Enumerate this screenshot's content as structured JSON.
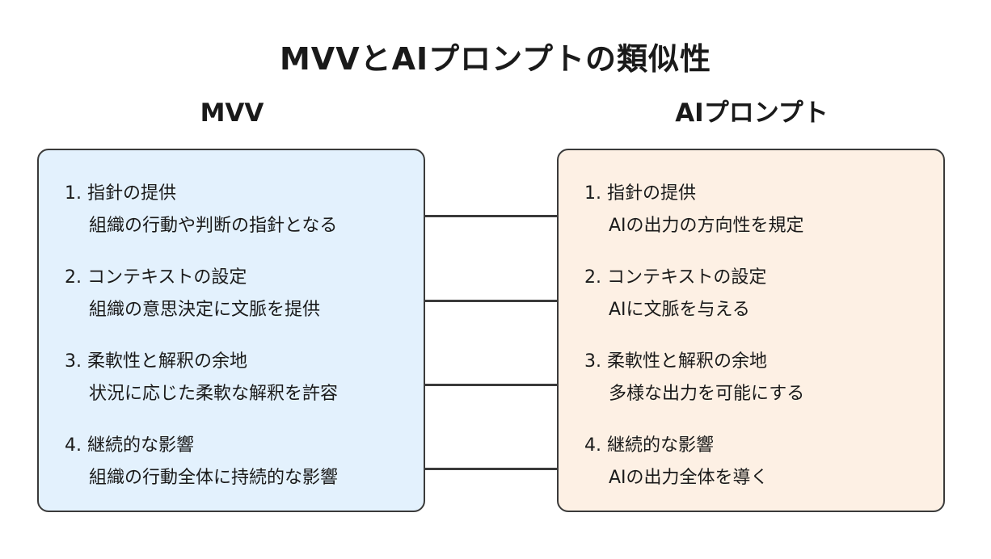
{
  "title": "MVVとAIプロンプトの類似性",
  "left": {
    "heading": "MVV",
    "items": [
      {
        "head": "1. 指針の提供",
        "desc": "組織の行動や判断の指針となる"
      },
      {
        "head": "2. コンテキストの設定",
        "desc": "組織の意思決定に文脈を提供"
      },
      {
        "head": "3. 柔軟性と解釈の余地",
        "desc": "状況に応じた柔軟な解釈を許容"
      },
      {
        "head": "4. 継続的な影響",
        "desc": "組織の行動全体に持続的な影響"
      }
    ]
  },
  "right": {
    "heading": "AIプロンプト",
    "items": [
      {
        "head": "1. 指針の提供",
        "desc": "AIの出力の方向性を規定"
      },
      {
        "head": "2. コンテキストの設定",
        "desc": "AIに文脈を与える"
      },
      {
        "head": "3. 柔軟性と解釈の余地",
        "desc": "多様な出力を可能にする"
      },
      {
        "head": "4. 継続的な影響",
        "desc": "AIの出力全体を導く"
      }
    ]
  },
  "colors": {
    "left_panel_bg": "#e3f1fd",
    "right_panel_bg": "#fdf0e4",
    "border": "#3a3a3a"
  }
}
